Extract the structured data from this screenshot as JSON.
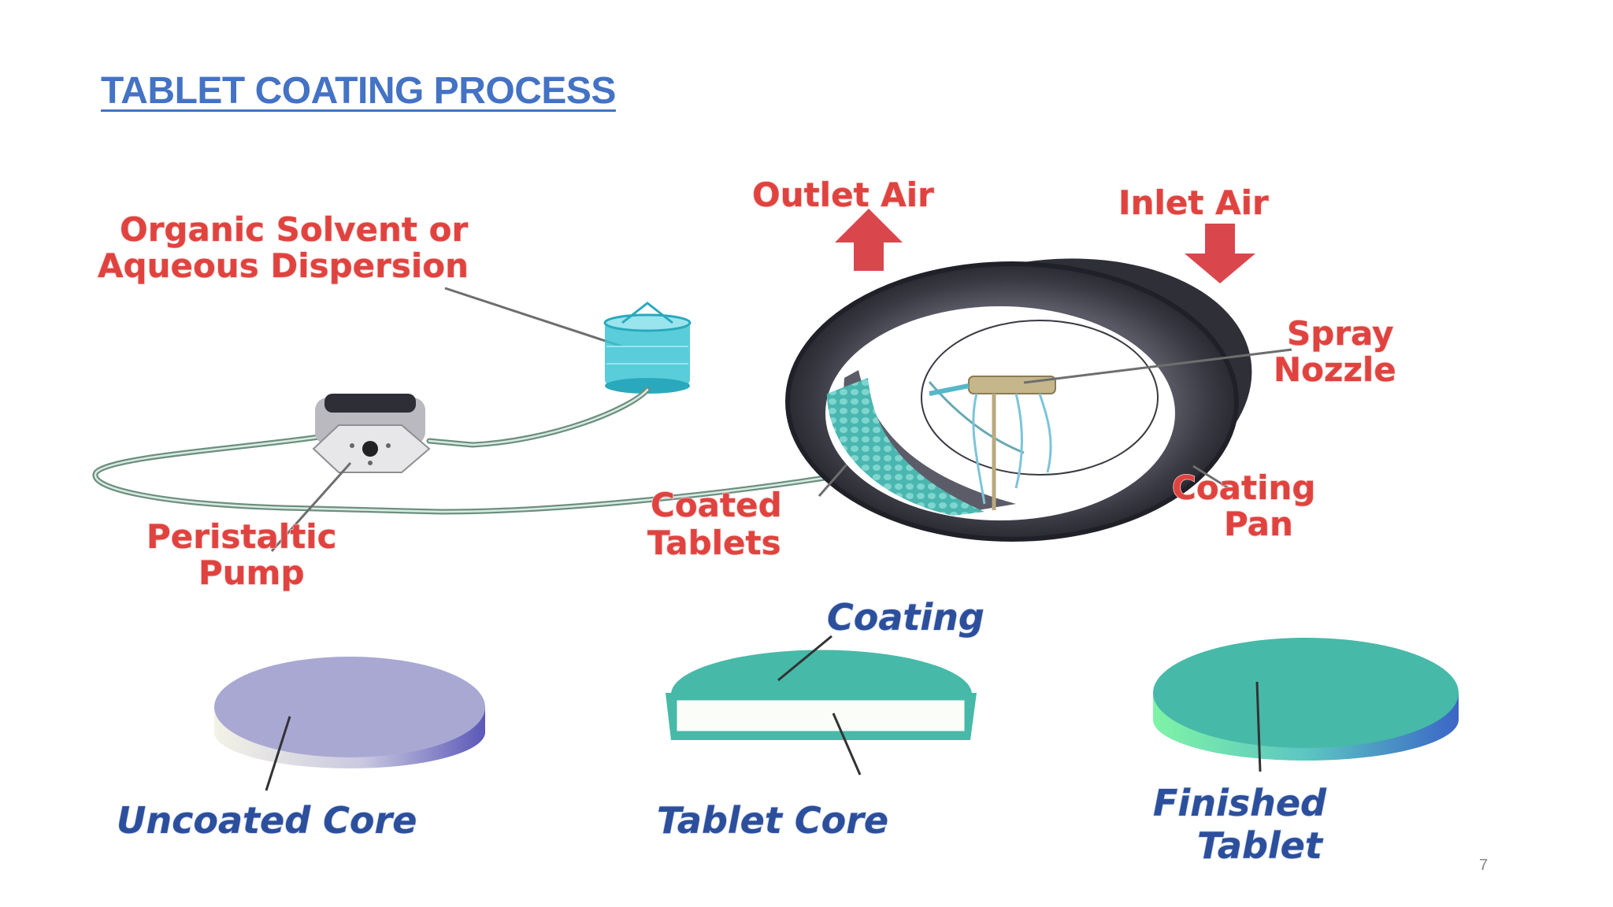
{
  "slide": {
    "title": "TABLET COATING PROCESS",
    "page_number": "7"
  },
  "diagram": {
    "labels": {
      "outlet_air": "Outlet Air",
      "inlet_air": "Inlet Air",
      "solvent_line1": "Organic Solvent or",
      "solvent_line2": "Aqueous Dispersion",
      "spray_line1": "Spray",
      "spray_line2": "Nozzle",
      "pump_line1": "Peristaltic",
      "pump_line2": "Pump",
      "coated_line1": "Coated",
      "coated_line2": "Tablets",
      "pan_line1": "Coating",
      "pan_line2": "Pan",
      "coating": "Coating",
      "uncoated_core": "Uncoated Core",
      "tablet_core": "Tablet Core",
      "finished_line1": "Finished",
      "finished_line2": "Tablet"
    },
    "colors": {
      "label_red": "#e0433f",
      "label_blue": "#2c4f9c",
      "arrow_red": "#d9474d",
      "pan_dark": "#3a3a44",
      "liquid_teal": "#3cc4d4",
      "coating_teal": "#47b9a8",
      "core_lavender": "#a9a8d3"
    },
    "icons": [
      "up-arrow-icon",
      "down-arrow-icon",
      "beaker-icon",
      "pump-icon",
      "spray-nozzle-icon",
      "coating-pan-icon"
    ]
  }
}
